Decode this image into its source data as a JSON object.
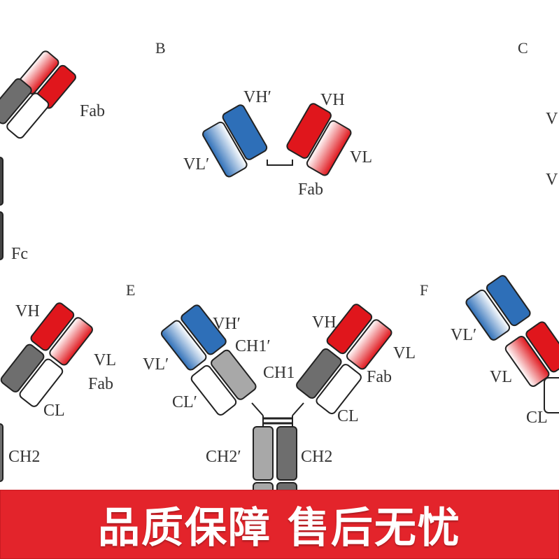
{
  "panels": [
    "B",
    "C",
    "E",
    "F"
  ],
  "labels": {
    "fab": "Fab",
    "fc": "Fc",
    "vh": "VH",
    "vh_prime": "VH′",
    "vl": "VL",
    "vl_prime": "VL′",
    "cl": "CL",
    "cl_prime": "CL′",
    "ch1": "CH1",
    "ch1_prime": "CH1′",
    "ch2": "CH2",
    "ch2_prime": "CH2′",
    "v_partial": "V"
  },
  "colors": {
    "heavy_variable": "#e0161c",
    "heavy_variable_prime": "#2e6fb8",
    "constant_dark": "#6e6e6e",
    "constant_light": "#a8a8a8",
    "banner_bg": "#e3242b"
  },
  "banner": {
    "text": "品质保障 售后无忧"
  }
}
